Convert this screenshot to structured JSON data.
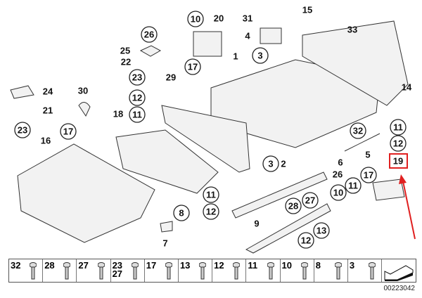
{
  "diagram": {
    "callouts": [
      {
        "text": "10",
        "circled": true
      },
      {
        "text": "20",
        "circled": false
      },
      {
        "text": "31",
        "circled": false
      },
      {
        "text": "15",
        "circled": false
      },
      {
        "text": "4",
        "circled": false
      },
      {
        "text": "3",
        "circled": true
      },
      {
        "text": "33",
        "circled": false
      },
      {
        "text": "26",
        "circled": true
      },
      {
        "text": "25",
        "circled": false
      },
      {
        "text": "22",
        "circled": false
      },
      {
        "text": "23",
        "circled": true
      },
      {
        "text": "17",
        "circled": true
      },
      {
        "text": "1",
        "circled": false
      },
      {
        "text": "29",
        "circled": false
      },
      {
        "text": "24",
        "circled": false
      },
      {
        "text": "30",
        "circled": false
      },
      {
        "text": "21",
        "circled": false
      },
      {
        "text": "12",
        "circled": true
      },
      {
        "text": "11",
        "circled": true
      },
      {
        "text": "18",
        "circled": false
      },
      {
        "text": "23",
        "circled": true
      },
      {
        "text": "17",
        "circled": true
      },
      {
        "text": "16",
        "circled": false
      },
      {
        "text": "14",
        "circled": false
      },
      {
        "text": "11",
        "circled": true
      },
      {
        "text": "12",
        "circled": true
      },
      {
        "text": "19",
        "circled": false,
        "highlighted": true
      },
      {
        "text": "32",
        "circled": true
      },
      {
        "text": "6",
        "circled": false
      },
      {
        "text": "5",
        "circled": false
      },
      {
        "text": "3",
        "circled": true
      },
      {
        "text": "2",
        "circled": false
      },
      {
        "text": "26",
        "circled": false
      },
      {
        "text": "17",
        "circled": true
      },
      {
        "text": "11",
        "circled": true
      },
      {
        "text": "10",
        "circled": true
      },
      {
        "text": "27",
        "circled": true
      },
      {
        "text": "28",
        "circled": true
      },
      {
        "text": "11",
        "circled": true
      },
      {
        "text": "12",
        "circled": true
      },
      {
        "text": "8",
        "circled": true
      },
      {
        "text": "7",
        "circled": false
      },
      {
        "text": "9",
        "circled": false
      },
      {
        "text": "13",
        "circled": true
      },
      {
        "text": "12",
        "circled": true
      }
    ],
    "highlight_color": "#e02020",
    "fastener_legend": [
      "32",
      "28",
      "27",
      "23\n27",
      "17",
      "13",
      "12",
      "11",
      "10",
      "8",
      "3"
    ],
    "legend_end_icon": "arrow-icon",
    "diagram_code": "00223042"
  }
}
